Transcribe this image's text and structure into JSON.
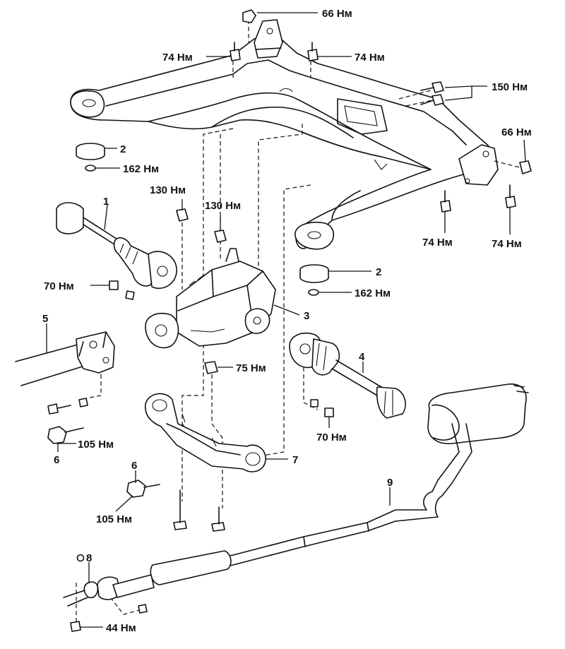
{
  "torque_unit": "Нм",
  "callouts": {
    "t1": "66 Нм",
    "t2": "74 Нм",
    "t3": "74 Нм",
    "t4": "150 Нм",
    "t5": "66 Нм",
    "t6": "162 Нм",
    "t7": "130 Нм",
    "t8": "130 Нм",
    "t9": "74 Нм",
    "t10": "74 Нм",
    "t11": "70 Нм",
    "t12": "162 Нм",
    "t13": "75 Нм",
    "t14": "105 Нм",
    "t15": "70 Нм",
    "t16": "105 Нм",
    "t17": "44 Нм"
  },
  "part_numbers": {
    "p1": "1",
    "p2a": "2",
    "p2b": "2",
    "p3": "3",
    "p4": "4",
    "p5": "5",
    "p6a": "6",
    "p6b": "6",
    "p7": "7",
    "p8": "8",
    "p9": "9"
  }
}
